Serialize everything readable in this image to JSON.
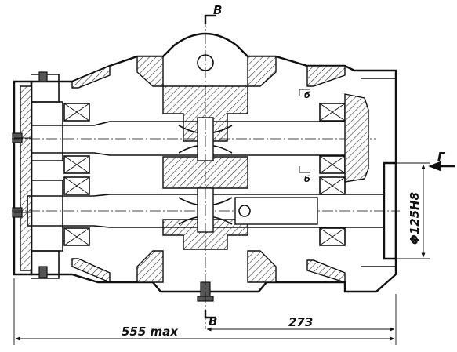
{
  "section_marks": {
    "top": "B",
    "bottom": "B",
    "side": "Г",
    "inner_upper": "б",
    "inner_lower": "б"
  },
  "dimensions": {
    "overall_length": "555 max",
    "half_length": "273",
    "flange_diameter": "Φ125H8"
  }
}
